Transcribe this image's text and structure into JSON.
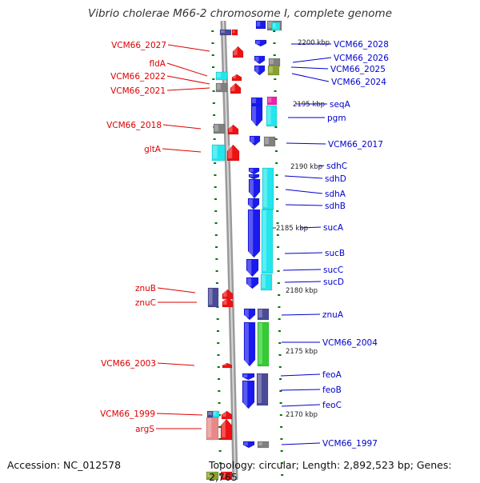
{
  "title": "Vibrio cholerae M66-2 chromosome I, complete genome",
  "footer": {
    "accession": "Accession: NC_012578",
    "summary": "Topology: circular; Length: 2,892,523 bp; Genes: 2,765"
  },
  "colors": {
    "left_label": "#dd0000",
    "right_label": "#0000cc",
    "blue": "#1a1aee",
    "red": "#ee1111",
    "cyan": "#22e6ee",
    "navy": "#4a4a96",
    "gray": "#808080",
    "green": "#33cc33",
    "olive": "#88a030",
    "pink": "#e88888",
    "magenta": "#ee22aa",
    "tick": "#007700"
  },
  "scale_labels": [
    "2200 kbp",
    "2195 kbp",
    "2190 kbp",
    "2185 kbp",
    "2180 kbp",
    "2175 kbp",
    "2170 kbp"
  ],
  "left_labels": [
    "VCM66_2027",
    "fldA",
    "VCM66_2022",
    "VCM66_2021",
    "VCM66_2018",
    "gltA",
    "znuB",
    "znuC",
    "VCM66_2003",
    "VCM66_1999",
    "argS"
  ],
  "right_labels": [
    "VCM66_2028",
    "VCM66_2026",
    "VCM66_2025",
    "VCM66_2024",
    "seqA",
    "pgm",
    "VCM66_2017",
    "sdhC",
    "sdhD",
    "sdhA",
    "sdhB",
    "sucA",
    "sucB",
    "sucC",
    "sucD",
    "znuA",
    "VCM66_2004",
    "feoA",
    "feoB",
    "feoC",
    "VCM66_1997"
  ]
}
